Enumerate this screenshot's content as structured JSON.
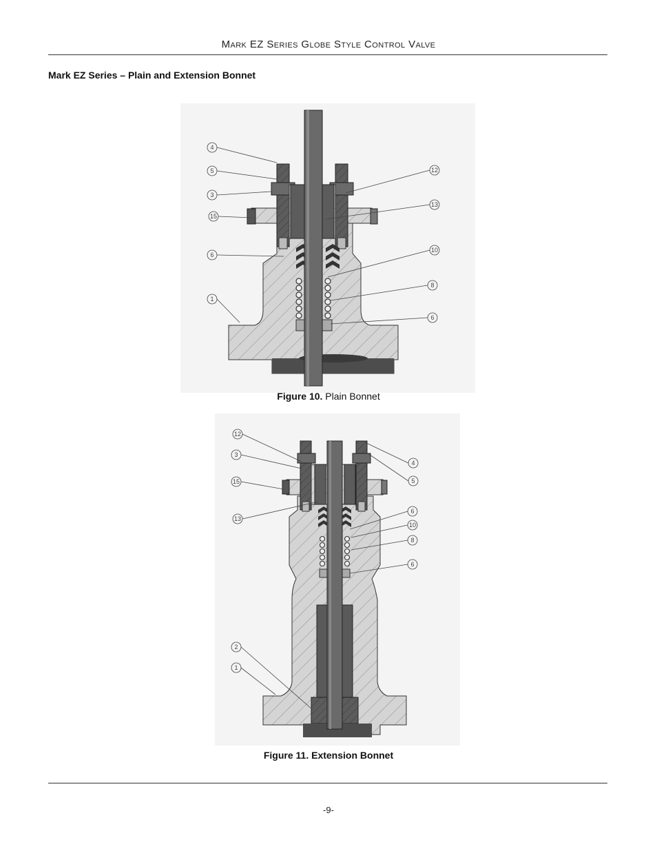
{
  "header": {
    "title": "Mark EZ Series Globe Style Control Valve"
  },
  "section": {
    "heading": "Mark EZ Series – Plain and Extension Bonnet"
  },
  "figure10": {
    "caption_bold": "Figure 10.",
    "caption_text": " Plain Bonnet",
    "callouts_left": [
      "4",
      "5",
      "3",
      "15",
      "6",
      "1"
    ],
    "callouts_right": [
      "12",
      "13",
      "10",
      "8",
      "6"
    ]
  },
  "figure11": {
    "caption_bold": "Figure 11. Extension Bonnet",
    "caption_text": "",
    "callouts_left": [
      "12",
      "3",
      "15",
      "13",
      "2",
      "1"
    ],
    "callouts_right": [
      "4",
      "5",
      "6",
      "10",
      "8",
      "6"
    ]
  },
  "footer": {
    "page_number": "-9-"
  },
  "colors": {
    "body_fill": "#d4d4d4",
    "dark_part": "#5a5a5a",
    "stem": "#6a6a6a",
    "rule": "#333333"
  }
}
